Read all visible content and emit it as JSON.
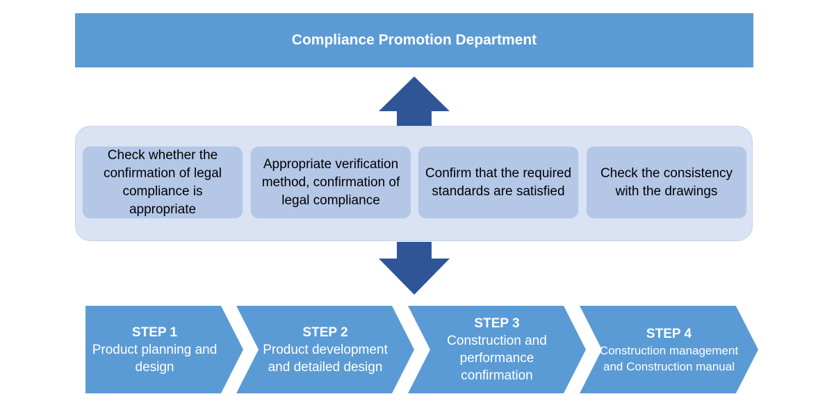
{
  "department": {
    "title": "Compliance Promotion Department"
  },
  "checks": [
    {
      "text": "Check whether the confirmation of legal compliance is appropriate"
    },
    {
      "text": "Appropriate verification method, confirmation of legal compliance"
    },
    {
      "text": "Confirm that the required standards are satisfied"
    },
    {
      "text": "Check the consistency with the drawings"
    }
  ],
  "steps": [
    {
      "title": "STEP 1",
      "text": "Product planning and design"
    },
    {
      "title": "STEP 2",
      "text": "Product development and detailed design"
    },
    {
      "title": "STEP 3",
      "text": "Construction and performance confirmation"
    },
    {
      "title": "STEP 4",
      "text": "Construction management and Construction manual"
    }
  ],
  "colors": {
    "header_fill": "#5b9bd5",
    "arrow_fill": "#2f5597",
    "panel_fill": "#dae3f3",
    "check_fill": "#b4c7e7",
    "step_fill": "#5b9bd5"
  }
}
